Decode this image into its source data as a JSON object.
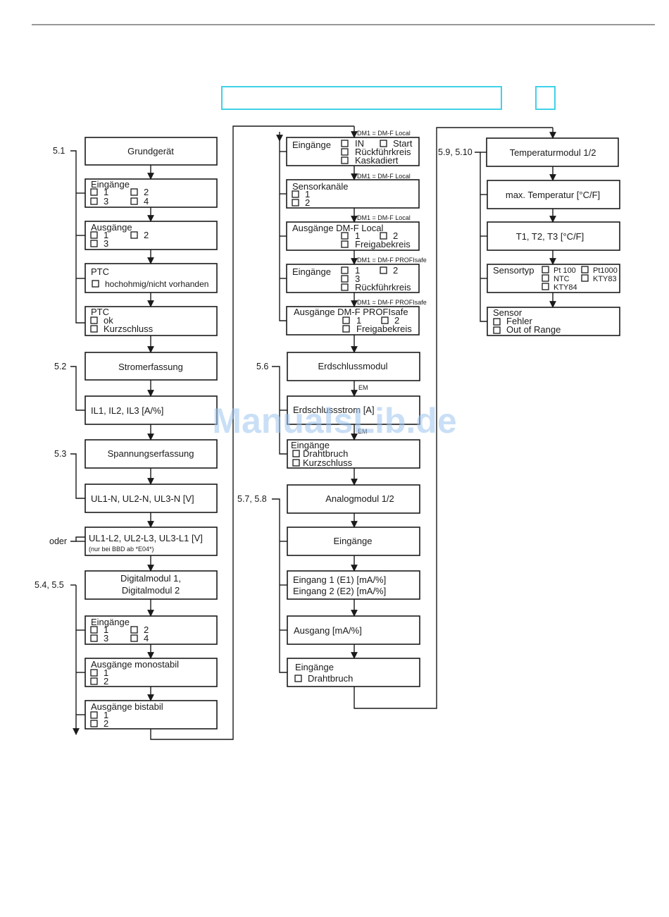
{
  "watermark": "ManualsLib.de",
  "sections": {
    "s51": "5.1",
    "s52": "5.2",
    "s53": "5.3",
    "oder": "oder",
    "s545": "5.4, 5.5",
    "s56": "5.6",
    "s578": "5.7, 5.8",
    "s5910": "5.9, 5.10"
  },
  "col1": {
    "grundgeraet": "Grundgerät",
    "eingaenge": {
      "title": "Eingänge",
      "o1": "1",
      "o2": "2",
      "o3": "3",
      "o4": "4"
    },
    "ausgaenge": {
      "title": "Ausgänge",
      "o1": "1",
      "o2": "2",
      "o3": "3"
    },
    "ptc1": {
      "title": "PTC",
      "o1": "hochohmig/nicht vorhanden"
    },
    "ptc2": {
      "title": "PTC",
      "o1": "ok",
      "o2": "Kurzschluss"
    },
    "stromerfassung": "Stromerfassung",
    "il": "IL1, IL2, IL3 [A/%]",
    "spannungserfassung": "Spannungserfassung",
    "uln": "UL1-N, UL2-N, UL3-N [V]",
    "ull": "UL1-L2, UL2-L3, UL3-L1 [V]",
    "ull_note": "(nur bei BBD ab *E04*)",
    "digitalmodul": {
      "l1": "Digitalmodul 1,",
      "l2": "Digitalmodul 2"
    },
    "dm_eingaenge": {
      "title": "Eingänge",
      "o1": "1",
      "o2": "2",
      "o3": "3",
      "o4": "4"
    },
    "dm_mono": {
      "title": "Ausgänge monostabil",
      "o1": "1",
      "o2": "2"
    },
    "dm_bi": {
      "title": "Ausgänge bistabil",
      "o1": "1",
      "o2": "2"
    }
  },
  "col2": {
    "cond1": "DM1 = DM-F Local",
    "eing_local": {
      "title": "Eingänge",
      "o1": "IN",
      "o2": "Start",
      "o3": "Rückführkreis",
      "o4": "Kaskadiert"
    },
    "cond2": "DM1 = DM-F Local",
    "sensorkanaele": {
      "title": "Sensorkanäle",
      "o1": "1",
      "o2": "2"
    },
    "cond3": "DM1 = DM-F Local",
    "ausg_local": {
      "title": "Ausgänge DM-F Local",
      "o1": "1",
      "o2": "2",
      "o3": "Freigabekreis"
    },
    "cond4": "DM1 = DM-F PROFIsafe",
    "eing_profi": {
      "title": "Eingänge",
      "o1": "1",
      "o2": "2",
      "o3": "3",
      "o4": "Rückführkreis"
    },
    "cond5": "DM1 = DM-F PROFIsafe",
    "ausg_profi": {
      "title": "Ausgänge DM-F PROFIsafe",
      "o1": "1",
      "o2": "2",
      "o3": "Freigabekreis"
    },
    "erdschlussmodul": "Erdschlussmodul",
    "em1": "EM",
    "erdschlussstrom": "Erdschlussstrom [A]",
    "em2": "EM",
    "em_eing": {
      "title": "Eingänge",
      "o1": "Drahtbruch",
      "o2": "Kurzschluss"
    },
    "analogmodul": "Analogmodul 1/2",
    "am_eingaenge": "Eingänge",
    "am_eingang": {
      "l1": "Eingang 1 (E1) [mA/%]",
      "l2": "Eingang 2 (E2) [mA/%]"
    },
    "am_ausgang": "Ausgang [mA/%]",
    "am_eing2": {
      "title": "Eingänge",
      "o1": "Drahtbruch"
    }
  },
  "col3": {
    "temperaturmodul": "Temperaturmodul 1/2",
    "maxtemp": "max. Temperatur [°C/F]",
    "t123": "T1, T2, T3 [°C/F]",
    "sensortyp": {
      "title": "Sensortyp",
      "o1": "Pt 100",
      "o2": "Pt1000",
      "o3": "NTC",
      "o4": "KTY83",
      "o5": "KTY84"
    },
    "sensor": {
      "title": "Sensor",
      "o1": "Fehler",
      "o2": "Out of Range"
    }
  }
}
